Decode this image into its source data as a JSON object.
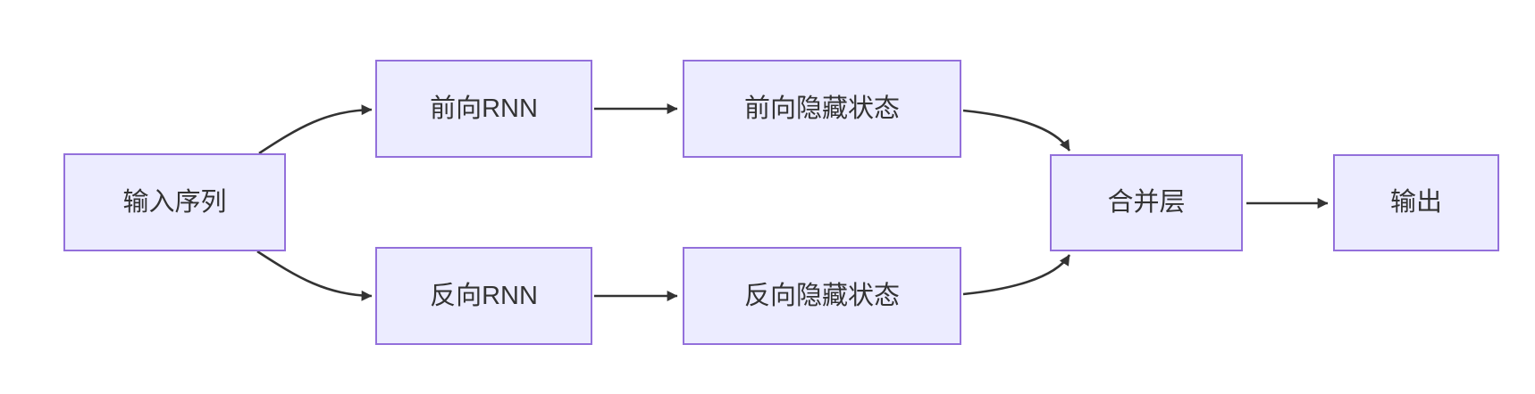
{
  "diagram": {
    "type": "flowchart",
    "direction": "left-to-right",
    "nodes": [
      {
        "id": "input",
        "label": "输入序列"
      },
      {
        "id": "fwd_rnn",
        "label": "前向RNN"
      },
      {
        "id": "fwd_hidden",
        "label": "前向隐藏状态"
      },
      {
        "id": "bwd_rnn",
        "label": "反向RNN"
      },
      {
        "id": "bwd_hidden",
        "label": "反向隐藏状态"
      },
      {
        "id": "merge",
        "label": "合并层"
      },
      {
        "id": "output",
        "label": "输出"
      }
    ],
    "edges": [
      {
        "from": "input",
        "to": "fwd_rnn"
      },
      {
        "from": "input",
        "to": "bwd_rnn"
      },
      {
        "from": "fwd_rnn",
        "to": "fwd_hidden"
      },
      {
        "from": "bwd_rnn",
        "to": "bwd_hidden"
      },
      {
        "from": "fwd_hidden",
        "to": "merge"
      },
      {
        "from": "bwd_hidden",
        "to": "merge"
      },
      {
        "from": "merge",
        "to": "output"
      }
    ],
    "colors": {
      "node_fill": "#ECECFF",
      "node_border": "#9370DB",
      "text": "#333333",
      "edge": "#333333",
      "background": "#FFFFFF"
    }
  }
}
